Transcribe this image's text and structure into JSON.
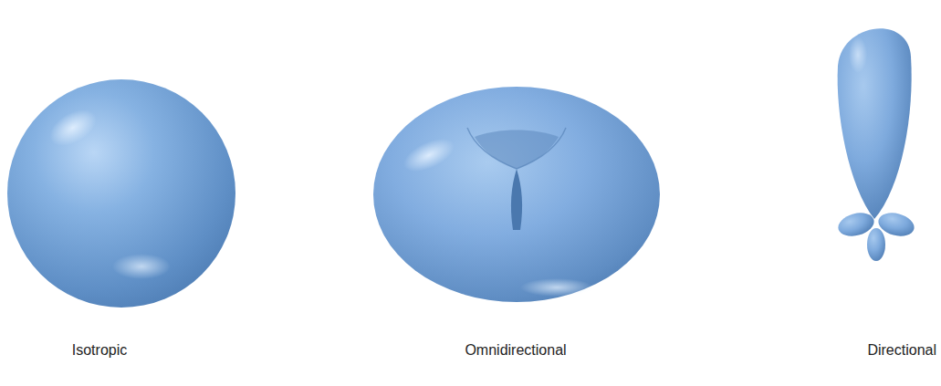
{
  "diagram": {
    "labels": [
      "Isotropic",
      "Omnidirectional",
      "Directional"
    ]
  }
}
